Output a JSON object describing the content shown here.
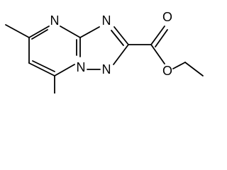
{
  "diagram": {
    "atoms": {
      "n4": "N",
      "n1": "N",
      "n3": "N",
      "n8": "N",
      "o_carbonyl": "O",
      "o_ester": "O"
    }
  }
}
